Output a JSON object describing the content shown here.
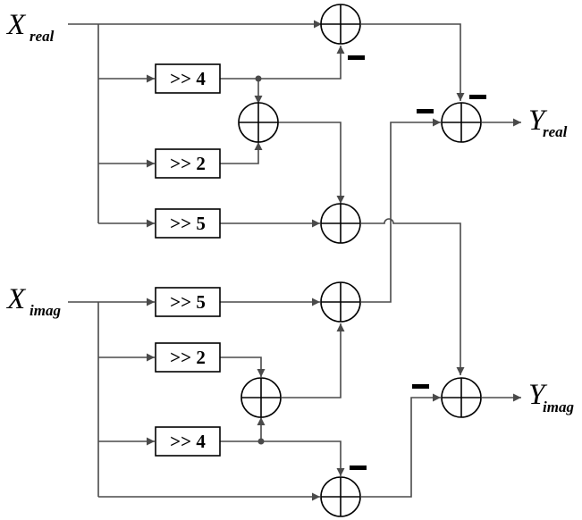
{
  "inputs": {
    "x_real": {
      "main": "X",
      "sub": "real"
    },
    "x_imag": {
      "main": "X",
      "sub": "imag"
    }
  },
  "outputs": {
    "y_real": {
      "main": "Y",
      "sub": "real"
    },
    "y_imag": {
      "main": "Y",
      "sub": "imag"
    }
  },
  "shifters": {
    "real_shift_4": ">> 4",
    "real_shift_2": ">> 2",
    "real_shift_5": ">> 5",
    "imag_shift_5": ">> 5",
    "imag_shift_2": ">> 2",
    "imag_shift_4": ">> 4"
  },
  "colors": {
    "wire": "#4a4a4a",
    "stroke": "#000000",
    "background": "#ffffff"
  }
}
